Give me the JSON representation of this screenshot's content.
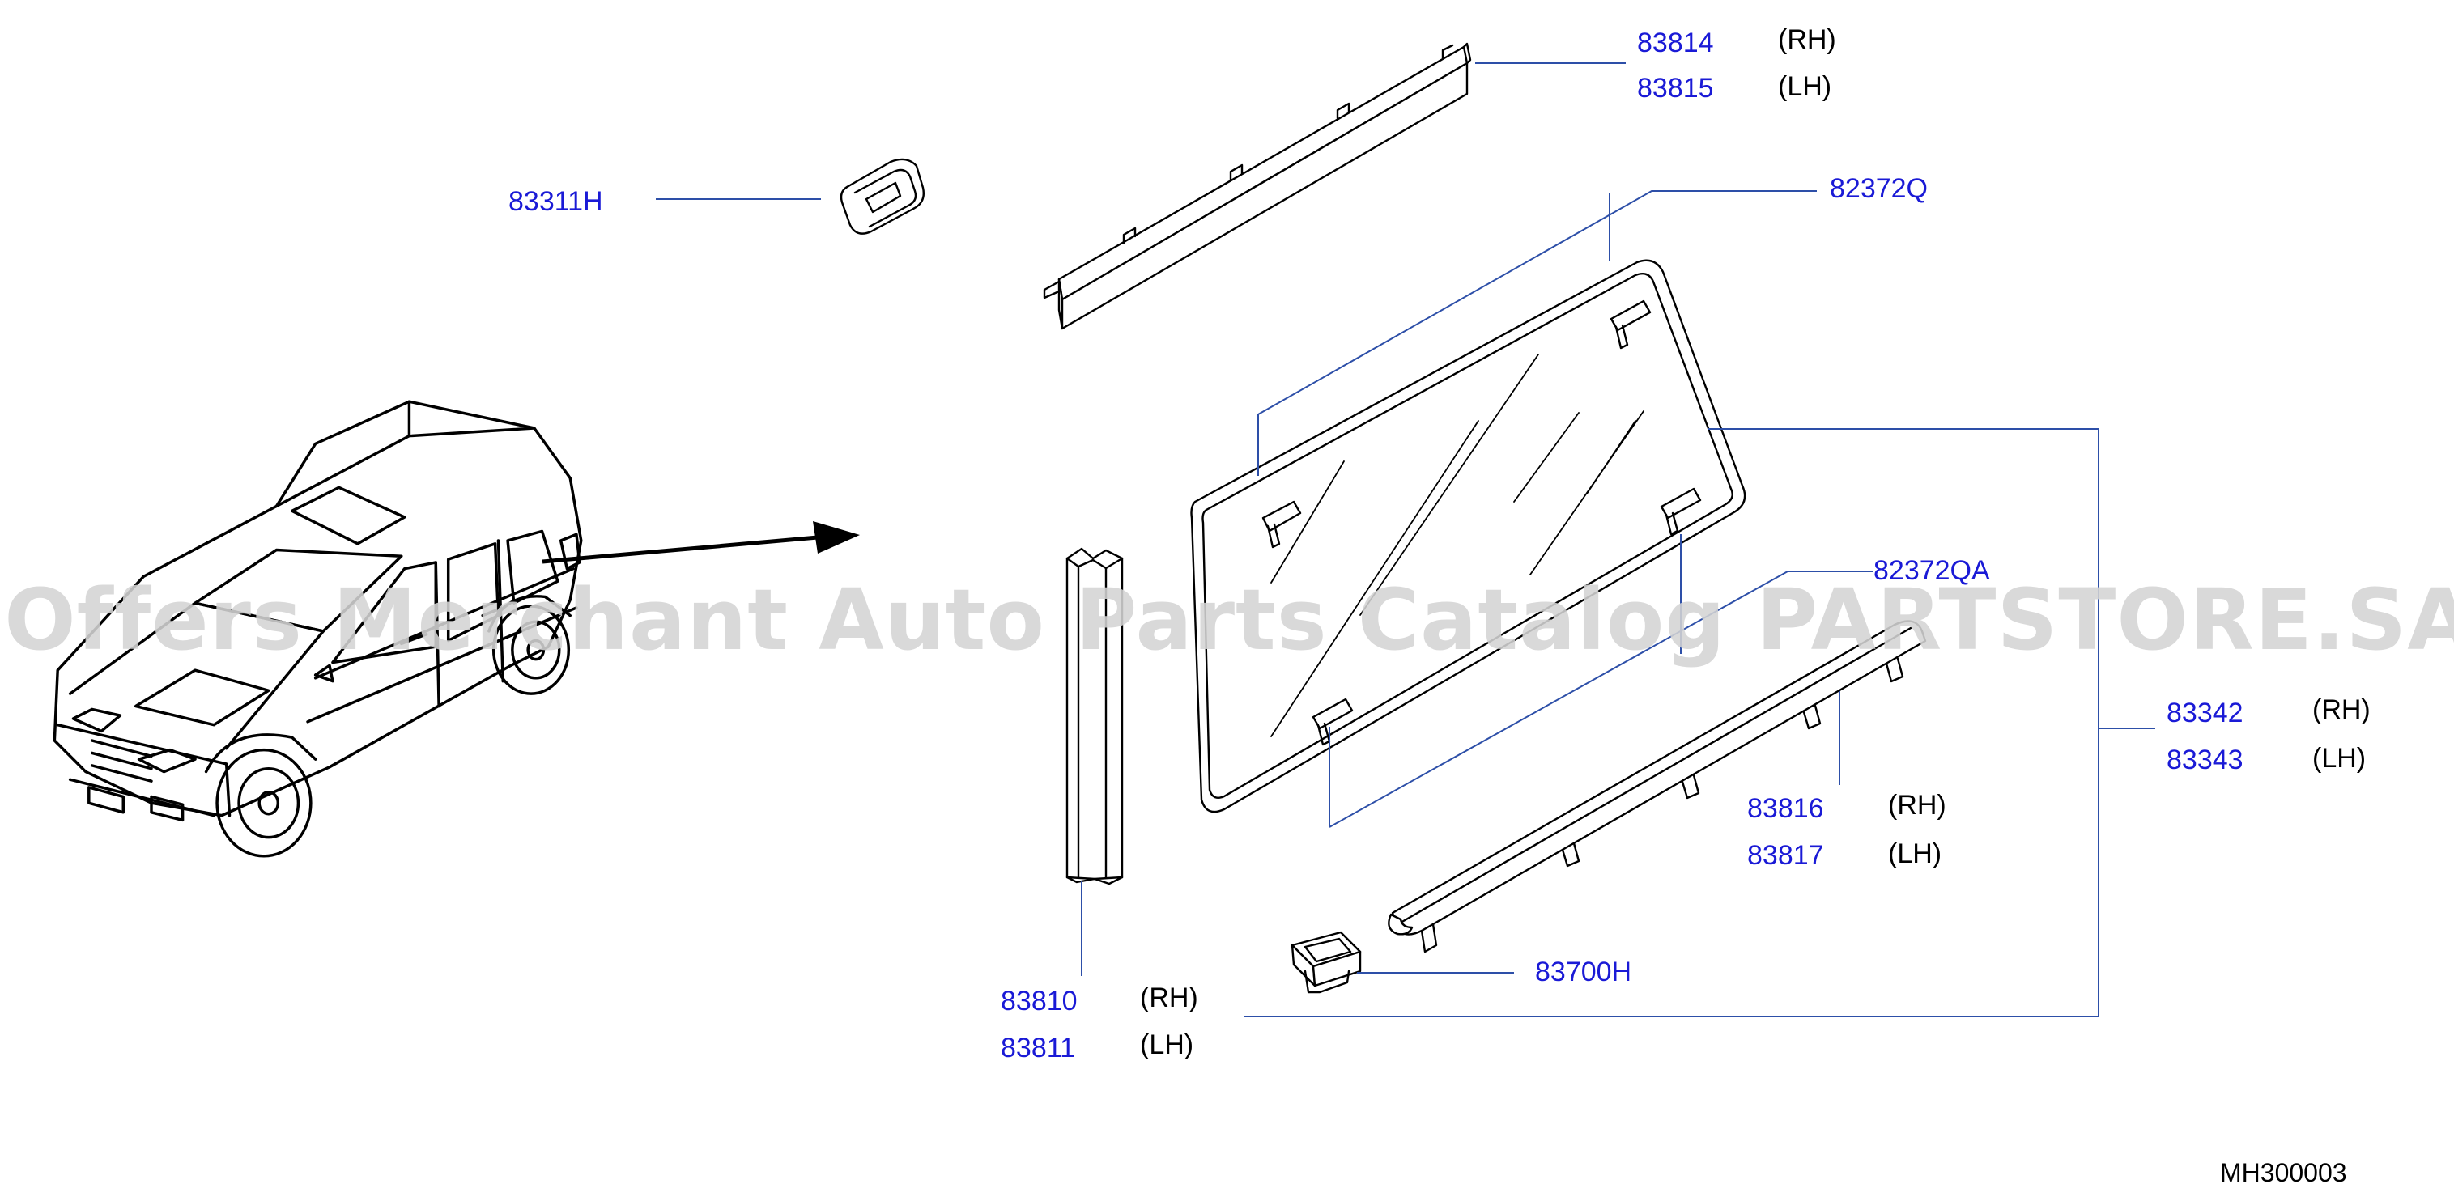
{
  "colors": {
    "label": "#1a1ad6",
    "leader": "#2d4fa8",
    "line": "#000000",
    "watermark": "#d4d4d4",
    "background": "#ffffff"
  },
  "watermark": "Offers Merchant Auto Parts Catalog PARTSTORE.SA",
  "diagram_code": "MH300003",
  "parts": {
    "p83814": "83814",
    "p83815": "83815",
    "p83311H": "83311H",
    "p82372Q": "82372Q",
    "p82372QA": "82372QA",
    "p83342": "83342",
    "p83343": "83343",
    "p83816": "83816",
    "p83817": "83817",
    "p83700H": "83700H",
    "p83810": "83810",
    "p83811": "83811"
  },
  "sides": {
    "rh": "(RH)",
    "lh": "(LH)"
  }
}
